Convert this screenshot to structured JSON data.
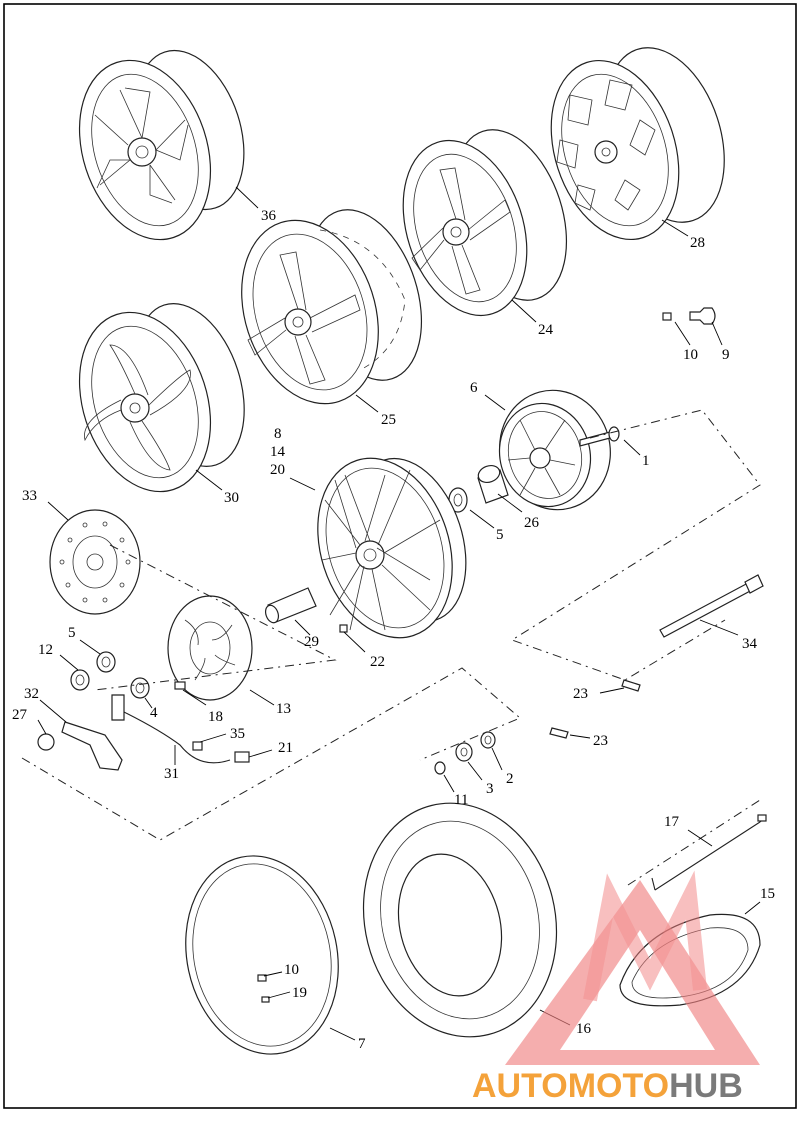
{
  "diagram": {
    "labels": {
      "c36": "36",
      "c28": "28",
      "c24": "24",
      "c25": "25",
      "c30": "30",
      "c10a": "10",
      "c9": "9",
      "c6": "6",
      "c1": "1",
      "c8": "8",
      "c14": "14",
      "c20": "20",
      "c33": "33",
      "c5a": "5",
      "c26": "26",
      "c5b": "5",
      "c12": "12",
      "c29": "29",
      "c22": "22",
      "c13": "13",
      "c34": "34",
      "c32": "32",
      "c4": "4",
      "c18": "18",
      "c27": "27",
      "c35": "35",
      "c21": "21",
      "c31": "31",
      "c23a": "23",
      "c23b": "23",
      "c2": "2",
      "c3": "3",
      "c11": "11",
      "c17": "17",
      "c15": "15",
      "c10b": "10",
      "c19": "19",
      "c7": "7",
      "c16": "16"
    }
  },
  "watermark": {
    "part1": "AUTO",
    "part2": "MOTO",
    "part3": "HUB",
    "colors": {
      "triangle": "#f08080",
      "orange": "#f4a23a",
      "gray": "#7a7a7a"
    }
  }
}
